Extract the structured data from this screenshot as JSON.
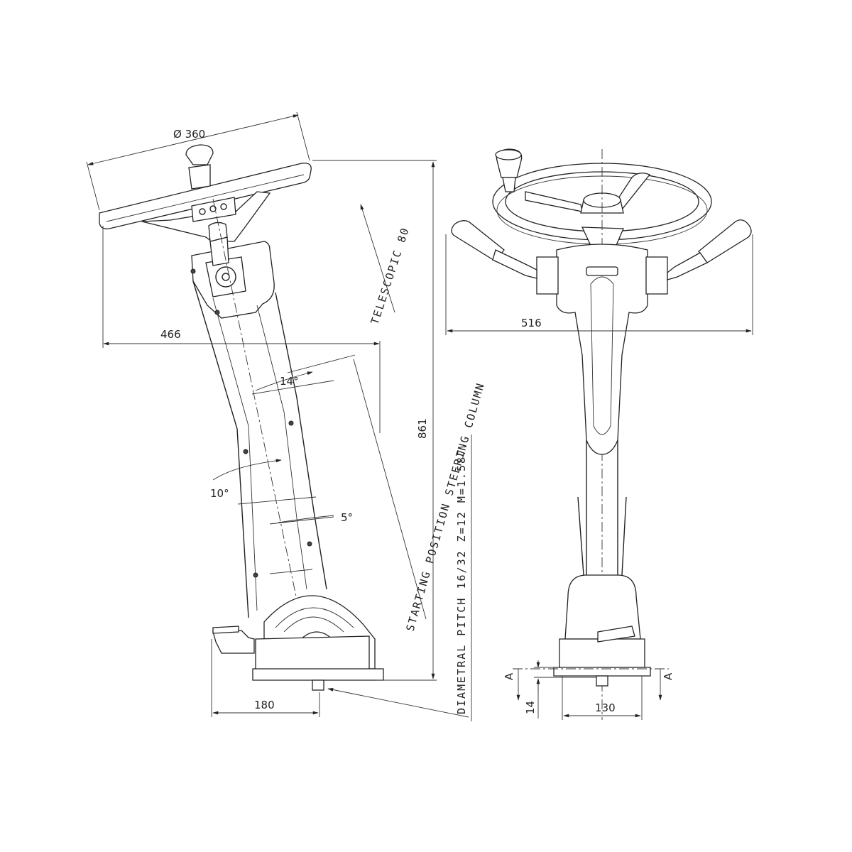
{
  "side_view": {
    "dim_wheel_diameter": "Ø 360",
    "dim_width": "466",
    "dim_height": "861",
    "dim_base": "180",
    "angle_14": "14°",
    "angle_10": "10°",
    "angle_5": "5°",
    "telescopic": "TELESCOPIC 80",
    "starting_position": "STARTING POSITION STEERING COLUMN",
    "gear_spec": "DIAMETRAL PITCH 16/32 Z=12 M=1.587"
  },
  "front_view": {
    "dim_width": "516",
    "dim_base": "130",
    "dim_flange": "14",
    "section_left": "A",
    "section_right": "A"
  }
}
